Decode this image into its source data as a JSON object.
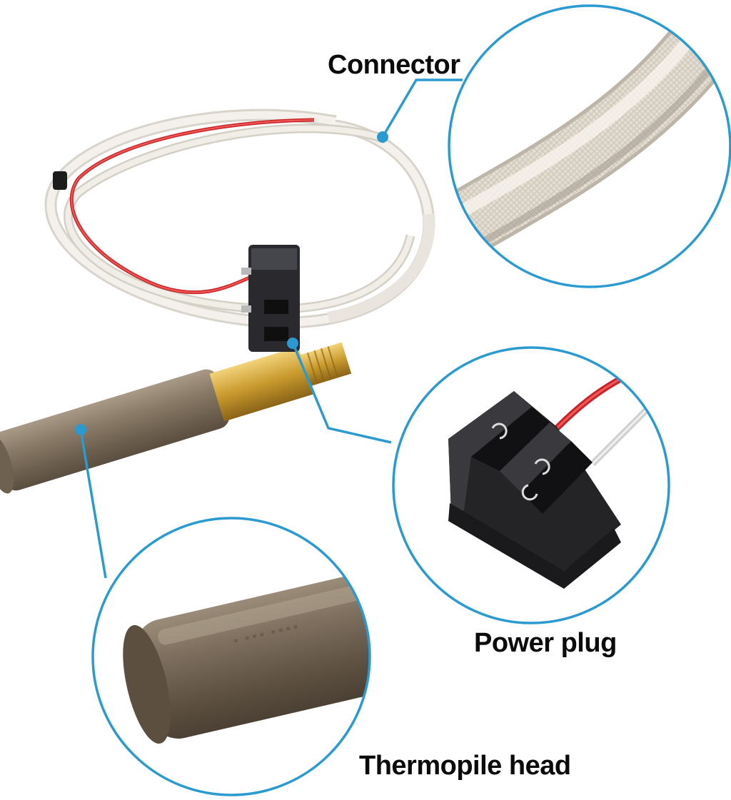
{
  "labels": {
    "connector": "Connector",
    "power_plug": "Power plug",
    "thermopile_head": "Thermopile head"
  },
  "colors": {
    "callout_line": "#2b9ad1",
    "wire_red": "#d8282c",
    "sleeve_white": "#eeeae4",
    "brass": "#c9a43a",
    "metal_tube": "#7d6e5c",
    "plug_black": "#2a2a2c"
  },
  "icons": [
    "thermopile-product-photo",
    "connector-zoom-circle",
    "power-plug-zoom-circle",
    "thermopile-head-zoom-circle"
  ]
}
